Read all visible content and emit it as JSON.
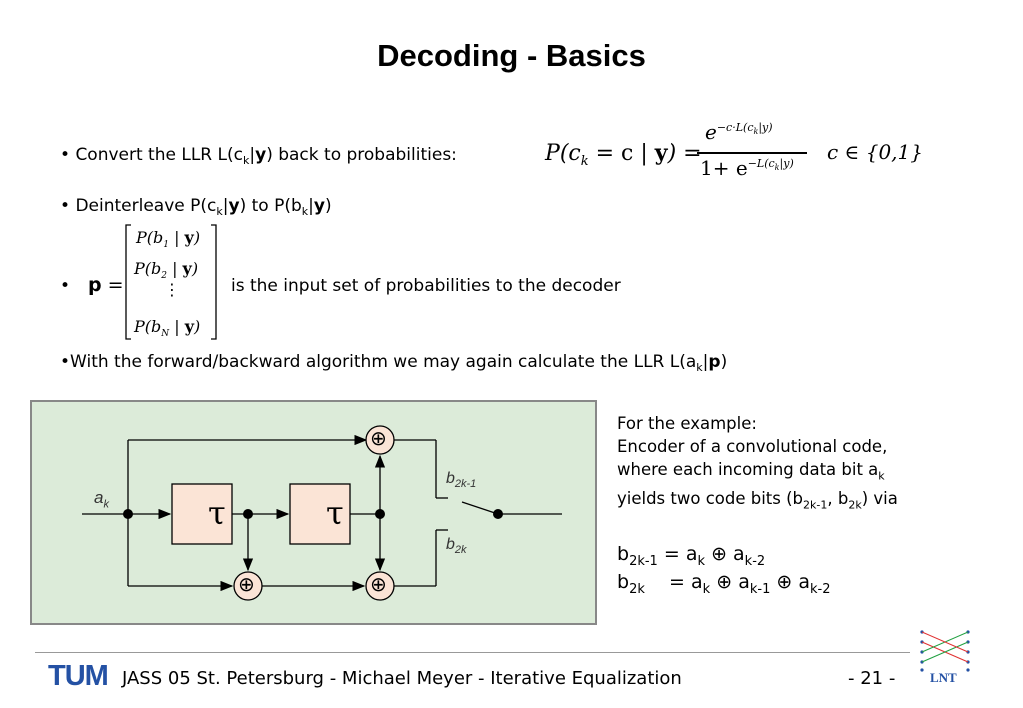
{
  "title": "Decoding - Basics",
  "bullet1": {
    "text_pre": "Convert the LLR L(c",
    "sub_k": "k",
    "bar_y": "|",
    "y": "y",
    "text_post": ") back to probabilities:"
  },
  "formula1": {
    "lhs_P": "P",
    "lhs_c": "c",
    "lhs_k": "k",
    "lhs_eq": "= c |",
    "lhs_y": "y",
    "num": "e",
    "num_exp": "−c·L(c",
    "num_exp_k": "k",
    "num_exp_end": "|y)",
    "den": "1+ e",
    "den_exp": "−L(c",
    "den_exp_k": "k",
    "den_exp_end": "|y)",
    "domain": "c ∈ {0,1}"
  },
  "bullet2": {
    "text_pre": "Deinterleave P(c",
    "sub_k": "k",
    "mid": ") to P(b",
    "sub_k2": "k",
    "y": "y"
  },
  "bullet3": {
    "p": "p",
    "eq": "=",
    "row1": "P(b",
    "row1_sub": "1",
    "row2": "P(b",
    "row2_sub": "2",
    "dots": "⋮",
    "row3": "P(b",
    "row3_sub": "N",
    "y": "y",
    "text": "is the input set of probabilities to the decoder"
  },
  "bullet4": {
    "text_pre": "With the forward/backward algorithm we may again calculate the LLR L(a",
    "sub_k": "k",
    "p": "p"
  },
  "diagram": {
    "input_label": "a",
    "input_sub": "k",
    "tau": "τ",
    "xor": "⊕",
    "out1_label": "b",
    "out1_sub": "2k-1",
    "out2_label": "b",
    "out2_sub": "2k"
  },
  "example": {
    "line1": "For the example:",
    "line2": "Encoder of a convolutional code,",
    "line3_pre": "where each incoming data bit a",
    "line3_sub": "k",
    "line4_pre": "yields two code bits (b",
    "line4_sub1": "2k-1",
    "line4_mid": ", b",
    "line4_sub2": "2k",
    "line4_post": ") via"
  },
  "equations": {
    "e1_b": "b",
    "e1_bsub": "2k-1",
    "e1_eq": "= a",
    "e1_asub": "k",
    "e1_op": "⊕ a",
    "e1_asub2": "k-2",
    "e2_b": "b",
    "e2_bsub": "2k",
    "e2_eq": "= a",
    "e2_asub": "k",
    "e2_op1": "⊕ a",
    "e2_asub2": "k-1",
    "e2_op2": "⊕ a",
    "e2_asub3": "k-2"
  },
  "footer": {
    "logo": "TUM",
    "text": "JASS 05 St. Petersburg  -  Michael Meyer  -  Iterative Equalization",
    "page": "- 21 -",
    "lnt": "LNT"
  },
  "colors": {
    "diagram_bg": "#dcebd9",
    "box_fill": "#fbe4d6",
    "tum_blue": "#2451a4",
    "lnt_blue": "#2451a4"
  }
}
